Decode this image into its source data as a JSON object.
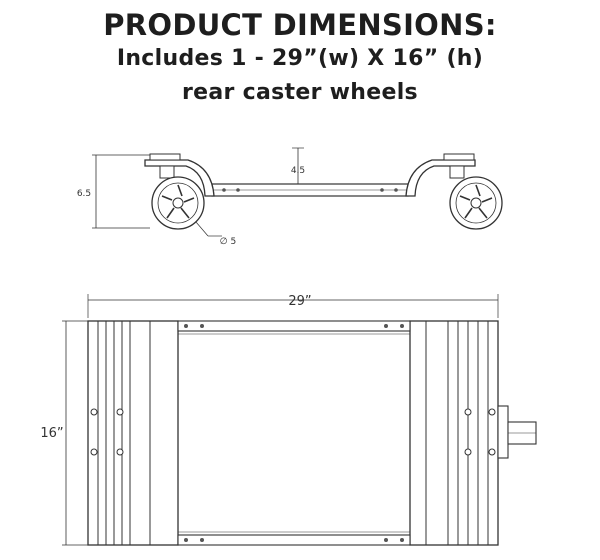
{
  "header": {
    "title": "PRODUCT DIMENSIONS:",
    "line2": "Includes 1 - 29”(w) X 16” (h)",
    "line3": "rear caster wheels"
  },
  "side_view": {
    "height_total": "6.5",
    "height_platform": "4.5",
    "wheel_diameter": "∅ 5"
  },
  "top_view": {
    "width": "29”",
    "height": "16”"
  }
}
